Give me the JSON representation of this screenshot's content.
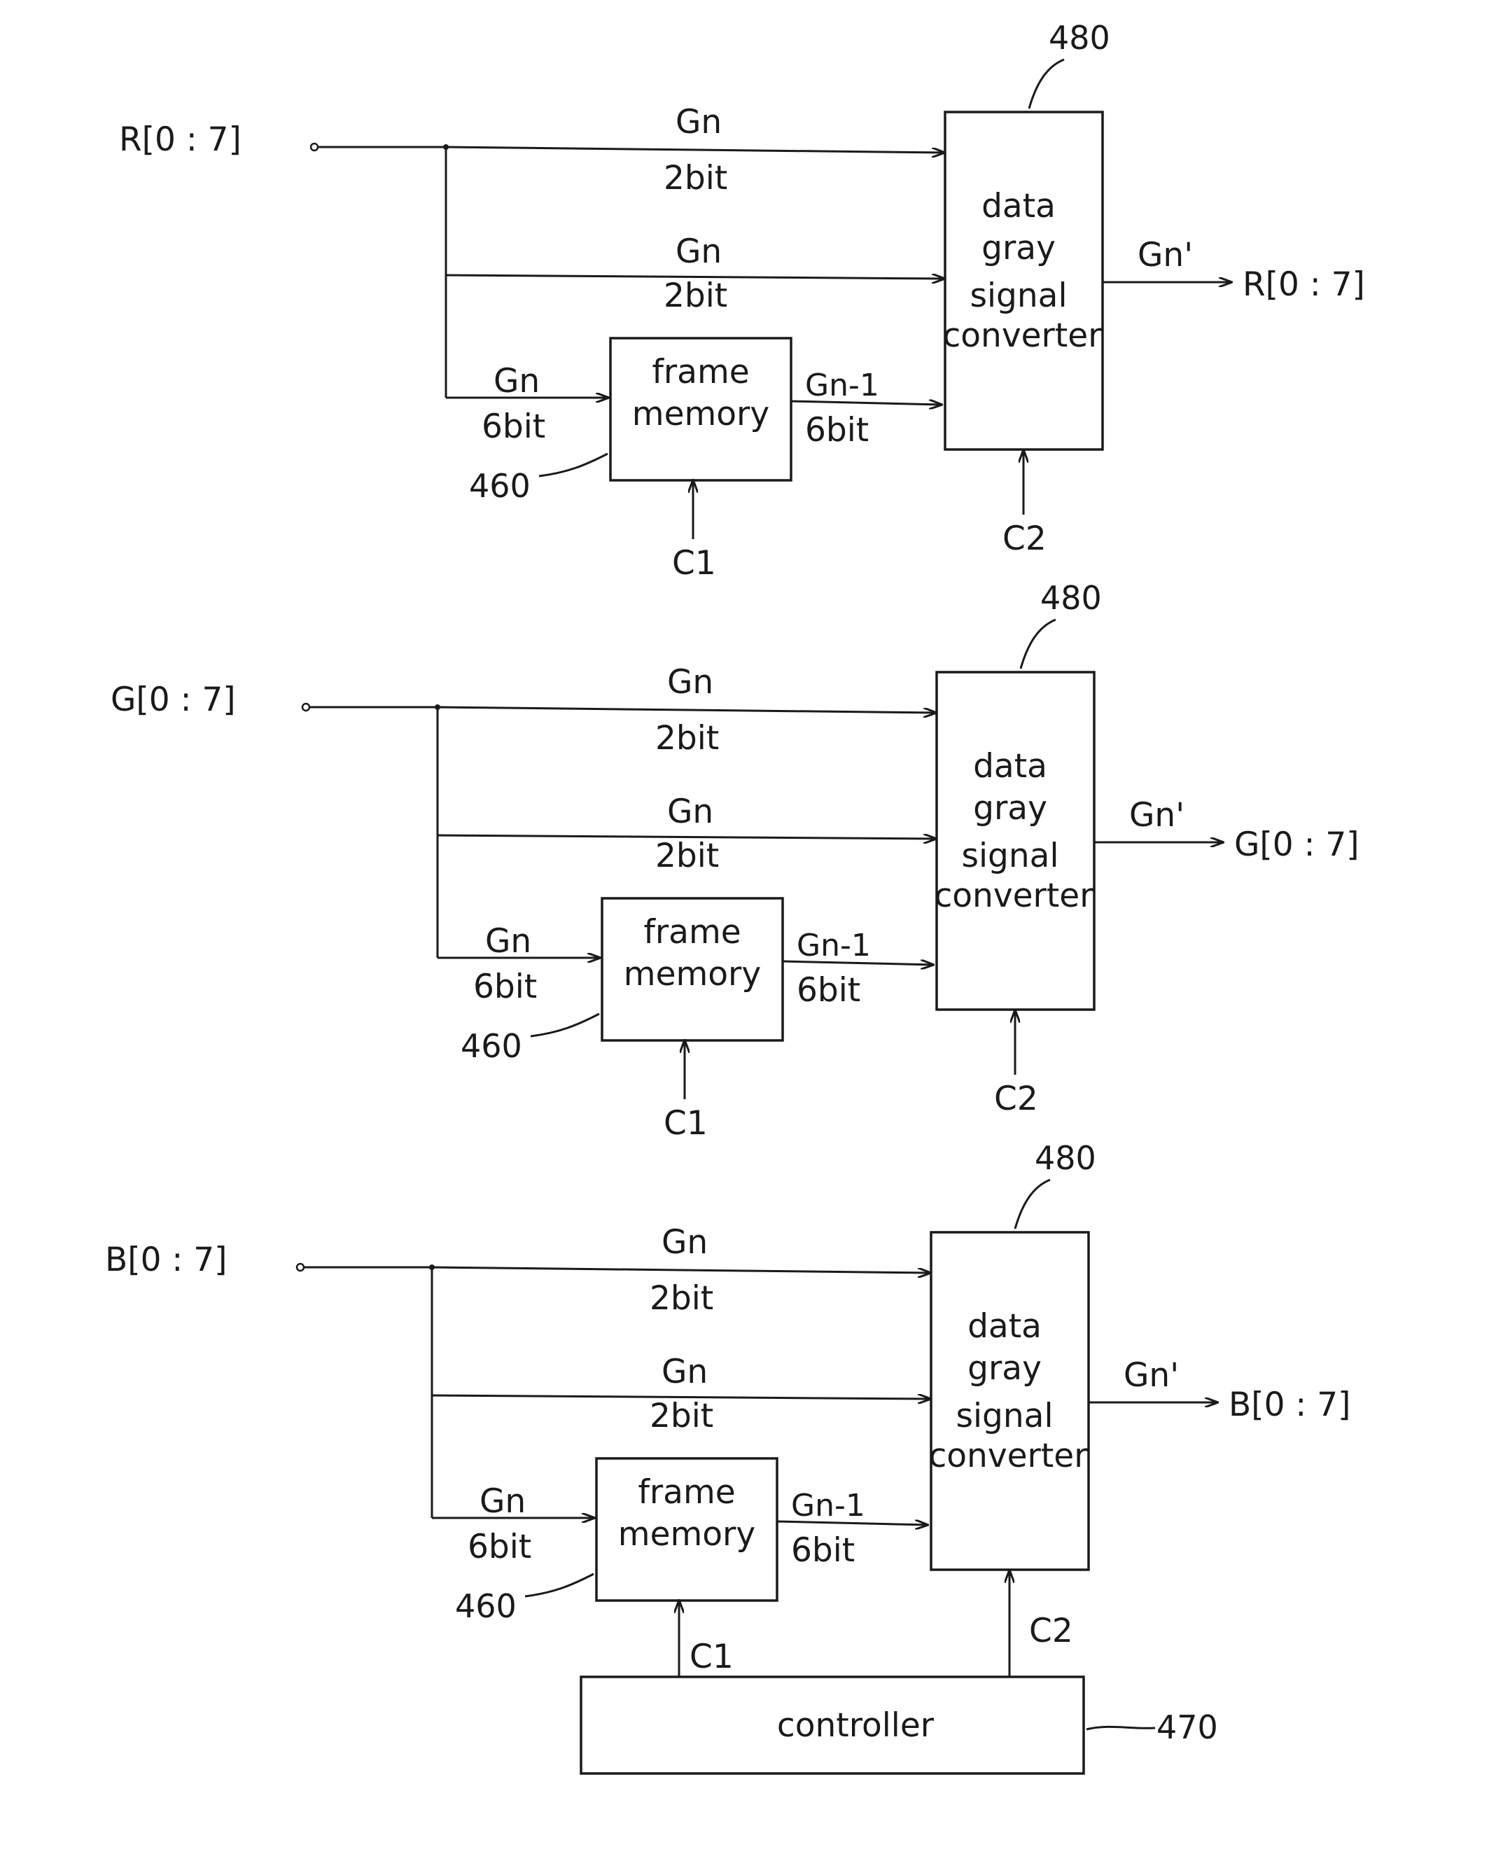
{
  "channels": [
    {
      "input": "R[0 : 7]",
      "output": "R[0 : 7]",
      "top_wire": {
        "name": "Gn",
        "bits": "2bit"
      },
      "mid_wire": {
        "name": "Gn",
        "bits": "2bit"
      },
      "to_memory": {
        "name": "Gn",
        "bits": "6bit"
      },
      "from_memory": {
        "name": "Gn-1",
        "bits": "6bit"
      },
      "memory_label": [
        "frame",
        "memory"
      ],
      "converter_label": [
        "data",
        "gray",
        "signal",
        "converter"
      ],
      "converter_out": "Gn'",
      "memory_control": "C1",
      "converter_control": "C2",
      "memory_ref": "460",
      "converter_ref": "480"
    },
    {
      "input": "G[0 : 7]",
      "output": "G[0 : 7]",
      "top_wire": {
        "name": "Gn",
        "bits": "2bit"
      },
      "mid_wire": {
        "name": "Gn",
        "bits": "2bit"
      },
      "to_memory": {
        "name": "Gn",
        "bits": "6bit"
      },
      "from_memory": {
        "name": "Gn-1",
        "bits": "6bit"
      },
      "memory_label": [
        "frame",
        "memory"
      ],
      "converter_label": [
        "data",
        "gray",
        "signal",
        "converter"
      ],
      "converter_out": "Gn'",
      "memory_control": "C1",
      "converter_control": "C2",
      "memory_ref": "460",
      "converter_ref": "480"
    },
    {
      "input": "B[0 : 7]",
      "output": "B[0 : 7]",
      "top_wire": {
        "name": "Gn",
        "bits": "2bit"
      },
      "mid_wire": {
        "name": "Gn",
        "bits": "2bit"
      },
      "to_memory": {
        "name": "Gn",
        "bits": "6bit"
      },
      "from_memory": {
        "name": "Gn-1",
        "bits": "6bit"
      },
      "memory_label": [
        "frame",
        "memory"
      ],
      "converter_label": [
        "data",
        "gray",
        "signal",
        "converter"
      ],
      "converter_out": "Gn'",
      "memory_control": "C1",
      "converter_control": "C2",
      "memory_ref": "460",
      "converter_ref": "480"
    }
  ],
  "controller": {
    "label": "controller",
    "ref": "470"
  }
}
